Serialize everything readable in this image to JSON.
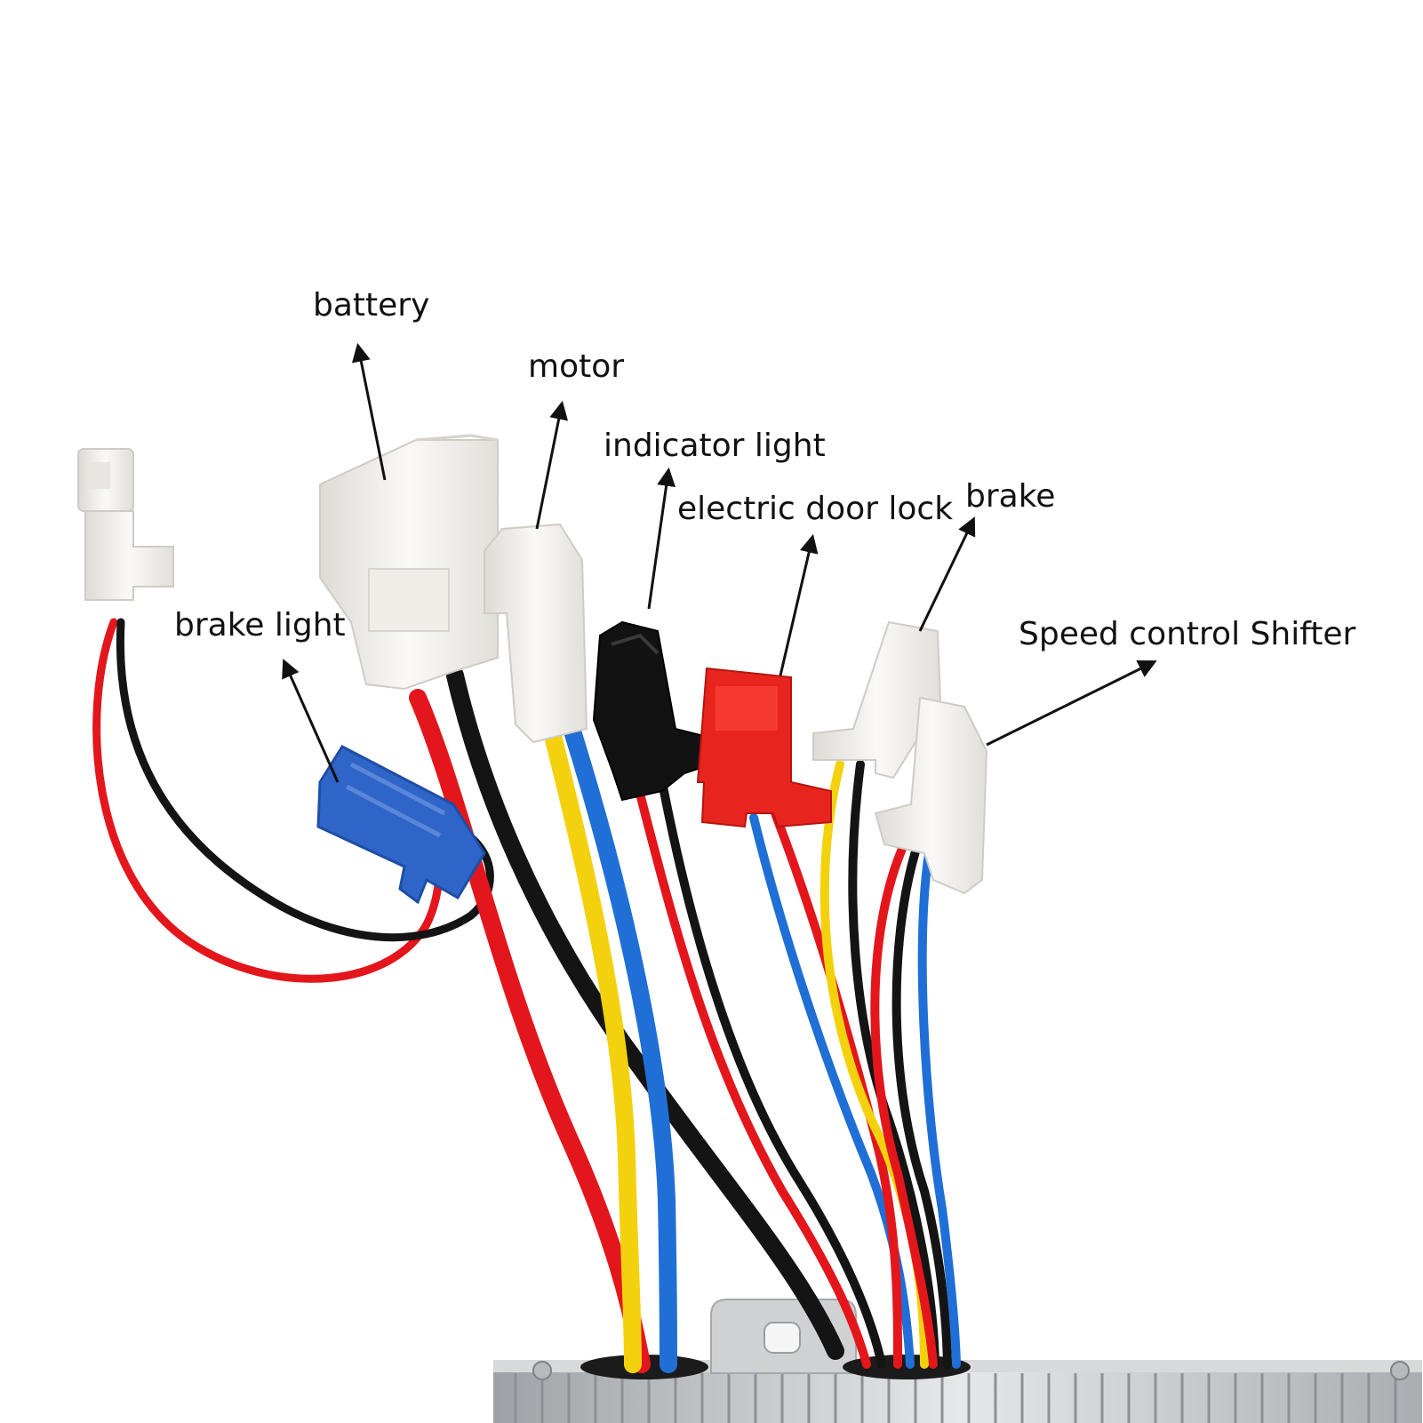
{
  "diagram": {
    "labels": {
      "battery": "battery",
      "motor": "motor",
      "indicator_light": "indicator light",
      "electric_door_lock": "electric door lock",
      "brake": "brake",
      "brake_light": "brake light",
      "speed_control_shifter": "Speed control Shifter"
    }
  },
  "colors": {
    "background": "#ffffff",
    "wire_red": "#e3161c",
    "wire_black": "#141414",
    "wire_blue": "#1f6fd6",
    "wire_yellow": "#f4d10d",
    "connector_white": "#f3f1ee",
    "connector_blue": "#2f64c8",
    "connector_red": "#e8241e",
    "connector_black": "#121212",
    "controller_silver": "#c9cbcd",
    "arrow": "#111111"
  }
}
